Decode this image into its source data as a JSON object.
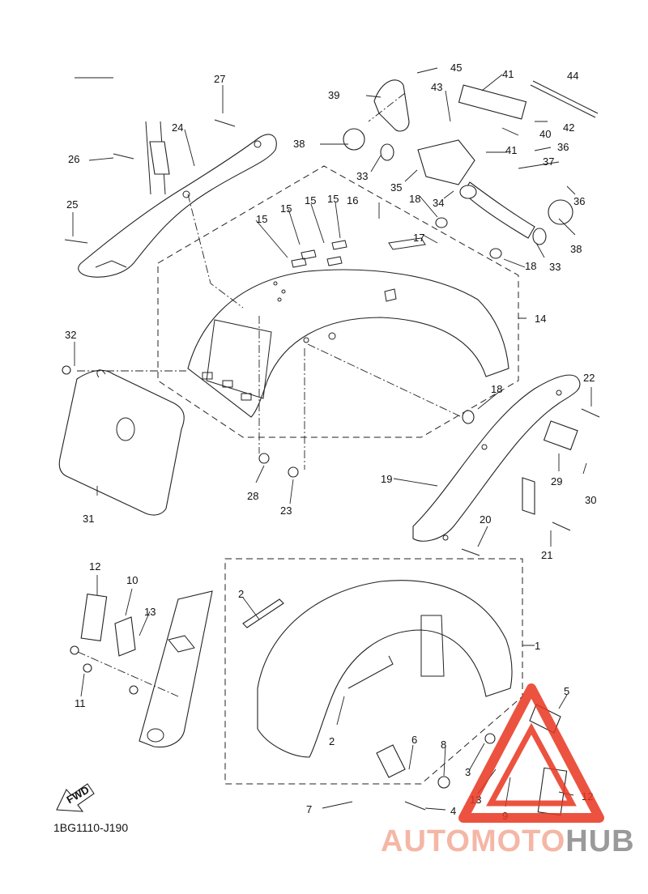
{
  "diagram": {
    "code": "1BG1110-J190",
    "fwd_label": "FWD",
    "callouts": [
      "1",
      "2",
      "2",
      "3",
      "4",
      "5",
      "6",
      "7",
      "8",
      "9",
      "10",
      "11",
      "12",
      "12",
      "13",
      "13",
      "14",
      "15",
      "15",
      "15",
      "15",
      "16",
      "17",
      "18",
      "18",
      "18",
      "19",
      "20",
      "21",
      "22",
      "23",
      "24",
      "25",
      "26",
      "27",
      "28",
      "29",
      "30",
      "31",
      "32",
      "33",
      "33",
      "34",
      "35",
      "36",
      "36",
      "37",
      "38",
      "38",
      "39",
      "40",
      "41",
      "41",
      "42",
      "43",
      "44",
      "45"
    ]
  },
  "watermark": {
    "part1": "AUTOMOTO",
    "part2": "HUB",
    "color_red": "#e8361f",
    "color_gray": "#8c8c8c"
  }
}
